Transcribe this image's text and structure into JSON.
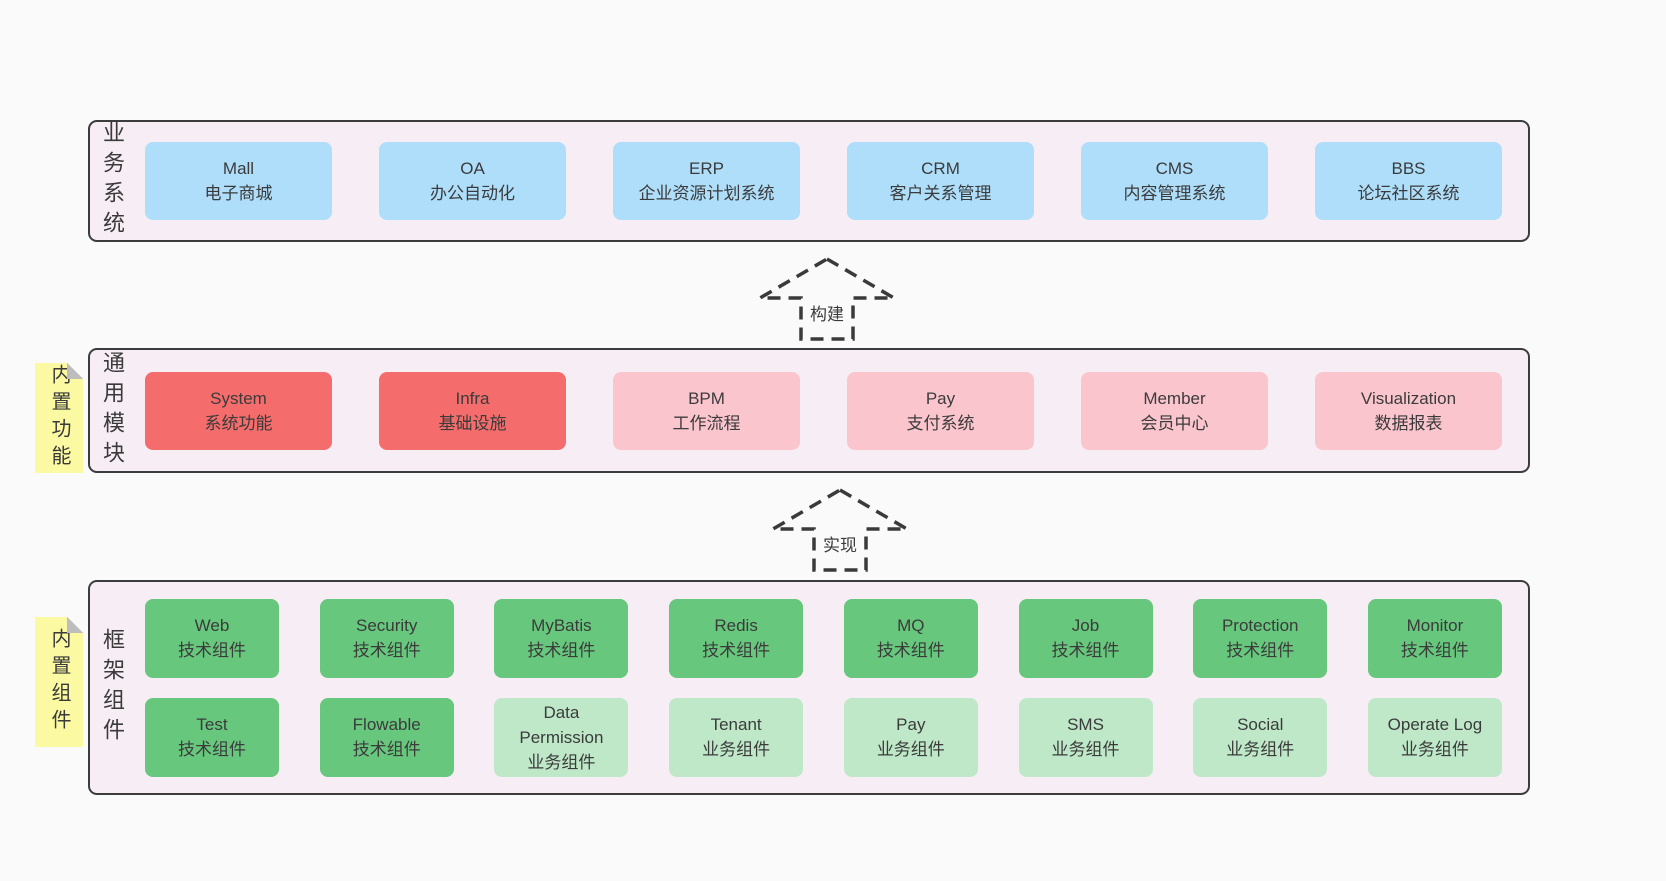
{
  "colors": {
    "page_bg": "#fafafa",
    "band_bg": "#f7edf5",
    "band_border": "#3c3c3c",
    "blue_box": "#aedefa",
    "red_box": "#f56c6c",
    "pink_box": "#fbc5ce",
    "green_box": "#67c77d",
    "light_green_box": "#bee8c8",
    "sticky_yellow": "#fbfaa2",
    "fold_gray": "#bdbdbd",
    "text": "#3b3b3b"
  },
  "arrows": [
    {
      "label": "构建"
    },
    {
      "label": "实现"
    }
  ],
  "bands": [
    {
      "label": "业务系统",
      "boxes": [
        {
          "name": "Mall",
          "subtitle": "电子商城"
        },
        {
          "name": "OA",
          "subtitle": "办公自动化"
        },
        {
          "name": "ERP",
          "subtitle": "企业资源计划系统"
        },
        {
          "name": "CRM",
          "subtitle": "客户关系管理"
        },
        {
          "name": "CMS",
          "subtitle": "内容管理系统"
        },
        {
          "name": "BBS",
          "subtitle": "论坛社区系统"
        }
      ]
    },
    {
      "label": "通用模块",
      "sticky": "内置功能",
      "boxes": [
        {
          "name": "System",
          "subtitle": "系统功能"
        },
        {
          "name": "Infra",
          "subtitle": "基础设施"
        },
        {
          "name": "BPM",
          "subtitle": "工作流程"
        },
        {
          "name": "Pay",
          "subtitle": "支付系统"
        },
        {
          "name": "Member",
          "subtitle": "会员中心"
        },
        {
          "name": "Visualization",
          "subtitle": "数据报表"
        }
      ]
    },
    {
      "label": "框架组件",
      "sticky": "内置组件",
      "rows": [
        [
          {
            "name": "Web",
            "subtitle": "技术组件"
          },
          {
            "name": "Security",
            "subtitle": "技术组件"
          },
          {
            "name": "MyBatis",
            "subtitle": "技术组件"
          },
          {
            "name": "Redis",
            "subtitle": "技术组件"
          },
          {
            "name": "MQ",
            "subtitle": "技术组件"
          },
          {
            "name": "Job",
            "subtitle": "技术组件"
          },
          {
            "name": "Protection",
            "subtitle": "技术组件"
          },
          {
            "name": "Monitor",
            "subtitle": "技术组件"
          }
        ],
        [
          {
            "name": "Test",
            "subtitle": "技术组件"
          },
          {
            "name": "Flowable",
            "subtitle": "技术组件"
          },
          {
            "name": "Data Permission",
            "subtitle": "业务组件"
          },
          {
            "name": "Tenant",
            "subtitle": "业务组件"
          },
          {
            "name": "Pay",
            "subtitle": "业务组件"
          },
          {
            "name": "SMS",
            "subtitle": "业务组件"
          },
          {
            "name": "Social",
            "subtitle": "业务组件"
          },
          {
            "name": "Operate Log",
            "subtitle": "业务组件"
          }
        ]
      ]
    }
  ]
}
